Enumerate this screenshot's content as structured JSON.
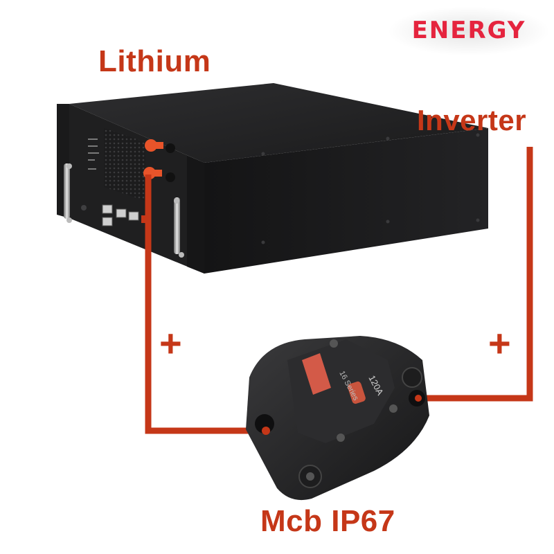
{
  "brand": {
    "text": "ENERGY",
    "color": "#e5243e"
  },
  "labels": {
    "battery": "Lithium",
    "inverter": "Inverter",
    "breaker": "Mcb IP67"
  },
  "wire_signs": {
    "left": "+",
    "right": "+"
  },
  "breaker_face": {
    "series": "16 Series",
    "rating": "120A"
  },
  "colors": {
    "wire": "#c53718",
    "label": "#c53718",
    "terminal": "#e8542a"
  }
}
